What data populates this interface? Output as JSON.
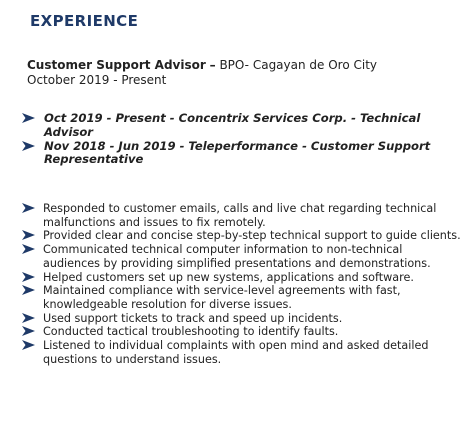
{
  "section": {
    "title": "EXPERIENCE"
  },
  "job": {
    "role": "Customer Support Advisor",
    "separator": "–",
    "company_location": "BPO- Cagayan de Oro City",
    "dates": "October 2019 - Present"
  },
  "employers": [
    "Oct 2019 - Present - Concentrix Services Corp. - Technical Advisor",
    "Nov 2018 - Jun 2019 - Teleperformance - Customer Support Representative"
  ],
  "duties": [
    "Responded to customer emails, calls and live chat regarding technical malfunctions and issues to fix remotely.",
    "Provided clear and concise step-by-step technical support to guide clients.",
    "Communicated technical computer information to non-technical audiences by providing simplified presentations and demonstrations.",
    "Helped customers set up new systems, applications and software.",
    "Maintained compliance with service-level agreements with fast, knowledgeable resolution for diverse issues.",
    "Used support tickets to track and speed up incidents.",
    "Conducted tactical troubleshooting to identify faults.",
    "Listened to individual complaints with open mind and asked detailed questions to understand issues."
  ],
  "bullet_icon": "arrowhead-bullet-icon",
  "colors": {
    "heading": "#1f3a68",
    "text": "#222222",
    "bullet": "#1f3a68"
  }
}
